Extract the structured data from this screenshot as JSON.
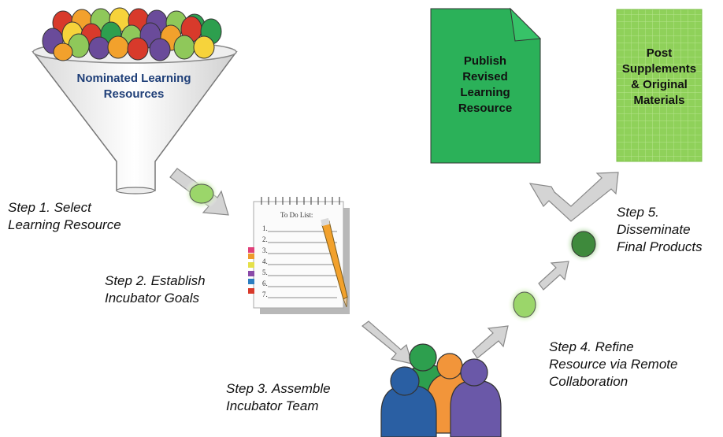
{
  "funnel": {
    "label_lines": [
      "Nominated Learning",
      "Resources"
    ]
  },
  "todo": {
    "title": "To Do List:",
    "numbers": [
      "1.",
      "2.",
      "3.",
      "4.",
      "5.",
      "6.",
      "7."
    ]
  },
  "boxes": {
    "publish_lines": [
      "Publish",
      "Revised",
      "Learning",
      "Resource"
    ],
    "post_lines": [
      "Post",
      "Supplements",
      "& Original",
      "Materials"
    ]
  },
  "steps": {
    "step1": [
      "Step 1. Select",
      "Learning Resource"
    ],
    "step2": [
      "Step 2. Establish",
      "Incubator Goals"
    ],
    "step3": [
      "Step 3. Assemble",
      "Incubator Team"
    ],
    "step4": [
      "Step 4. Refine",
      "Resource via Remote",
      "Collaboration"
    ],
    "step5": [
      "Step 5.",
      "Disseminate",
      "Final Products"
    ]
  },
  "colors": {
    "funnel_label": "#1f3f78",
    "publish_green": "#2bb159",
    "post_green": "#8fd15a",
    "arrow_gray": "#d4d4d4",
    "light_ball": "#9bd66a",
    "dark_ball": "#3e8a3c"
  }
}
